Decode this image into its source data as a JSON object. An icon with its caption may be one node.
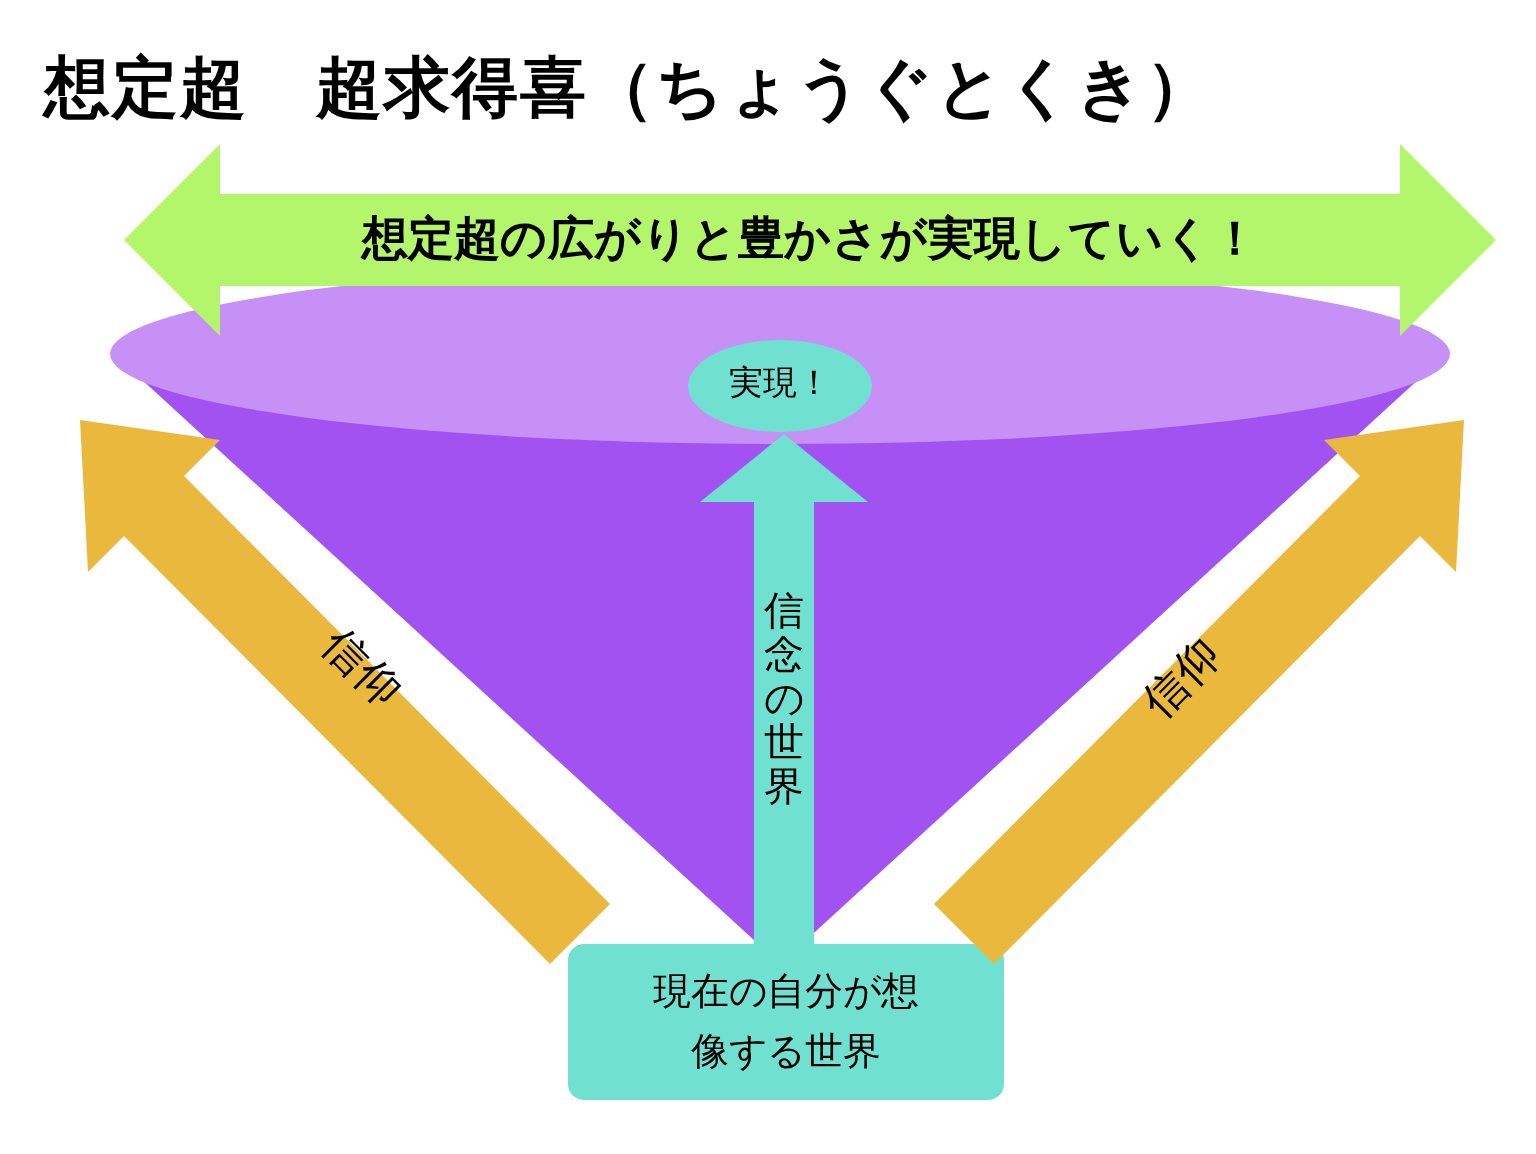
{
  "diagram": {
    "title": "想定超　超求得喜（ちょうぐとくき）",
    "nodes": [
      {
        "text": [
          "想定超の広がりと豊かさが実現していく！"
        ]
      },
      {
        "text": [
          "実現！"
        ]
      },
      {
        "text": [
          "現在の自分が想像する世界"
        ]
      },
      {
        "text": [
          "信仰"
        ]
      },
      {
        "text": [
          "信仰"
        ]
      }
    ],
    "edges": [
      {
        "from": 2,
        "to": 1,
        "arrow": "to",
        "label": "信念の世界"
      }
    ]
  }
}
